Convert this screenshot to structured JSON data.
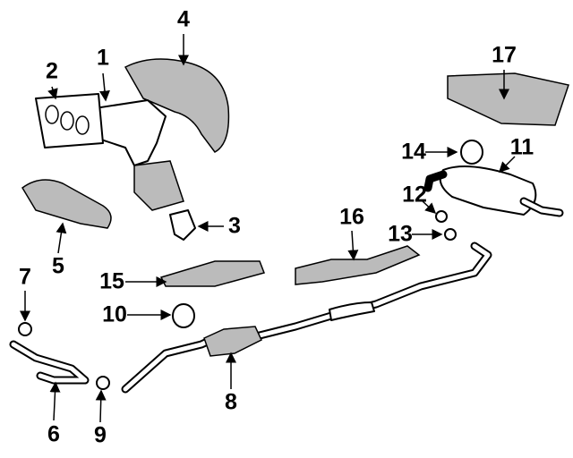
{
  "diagram": {
    "title": "Exhaust system parts diagram",
    "callouts": [
      "1",
      "2",
      "3",
      "4",
      "5",
      "6",
      "7",
      "8",
      "9",
      "10",
      "11",
      "12",
      "13",
      "14",
      "15",
      "16",
      "17"
    ]
  }
}
